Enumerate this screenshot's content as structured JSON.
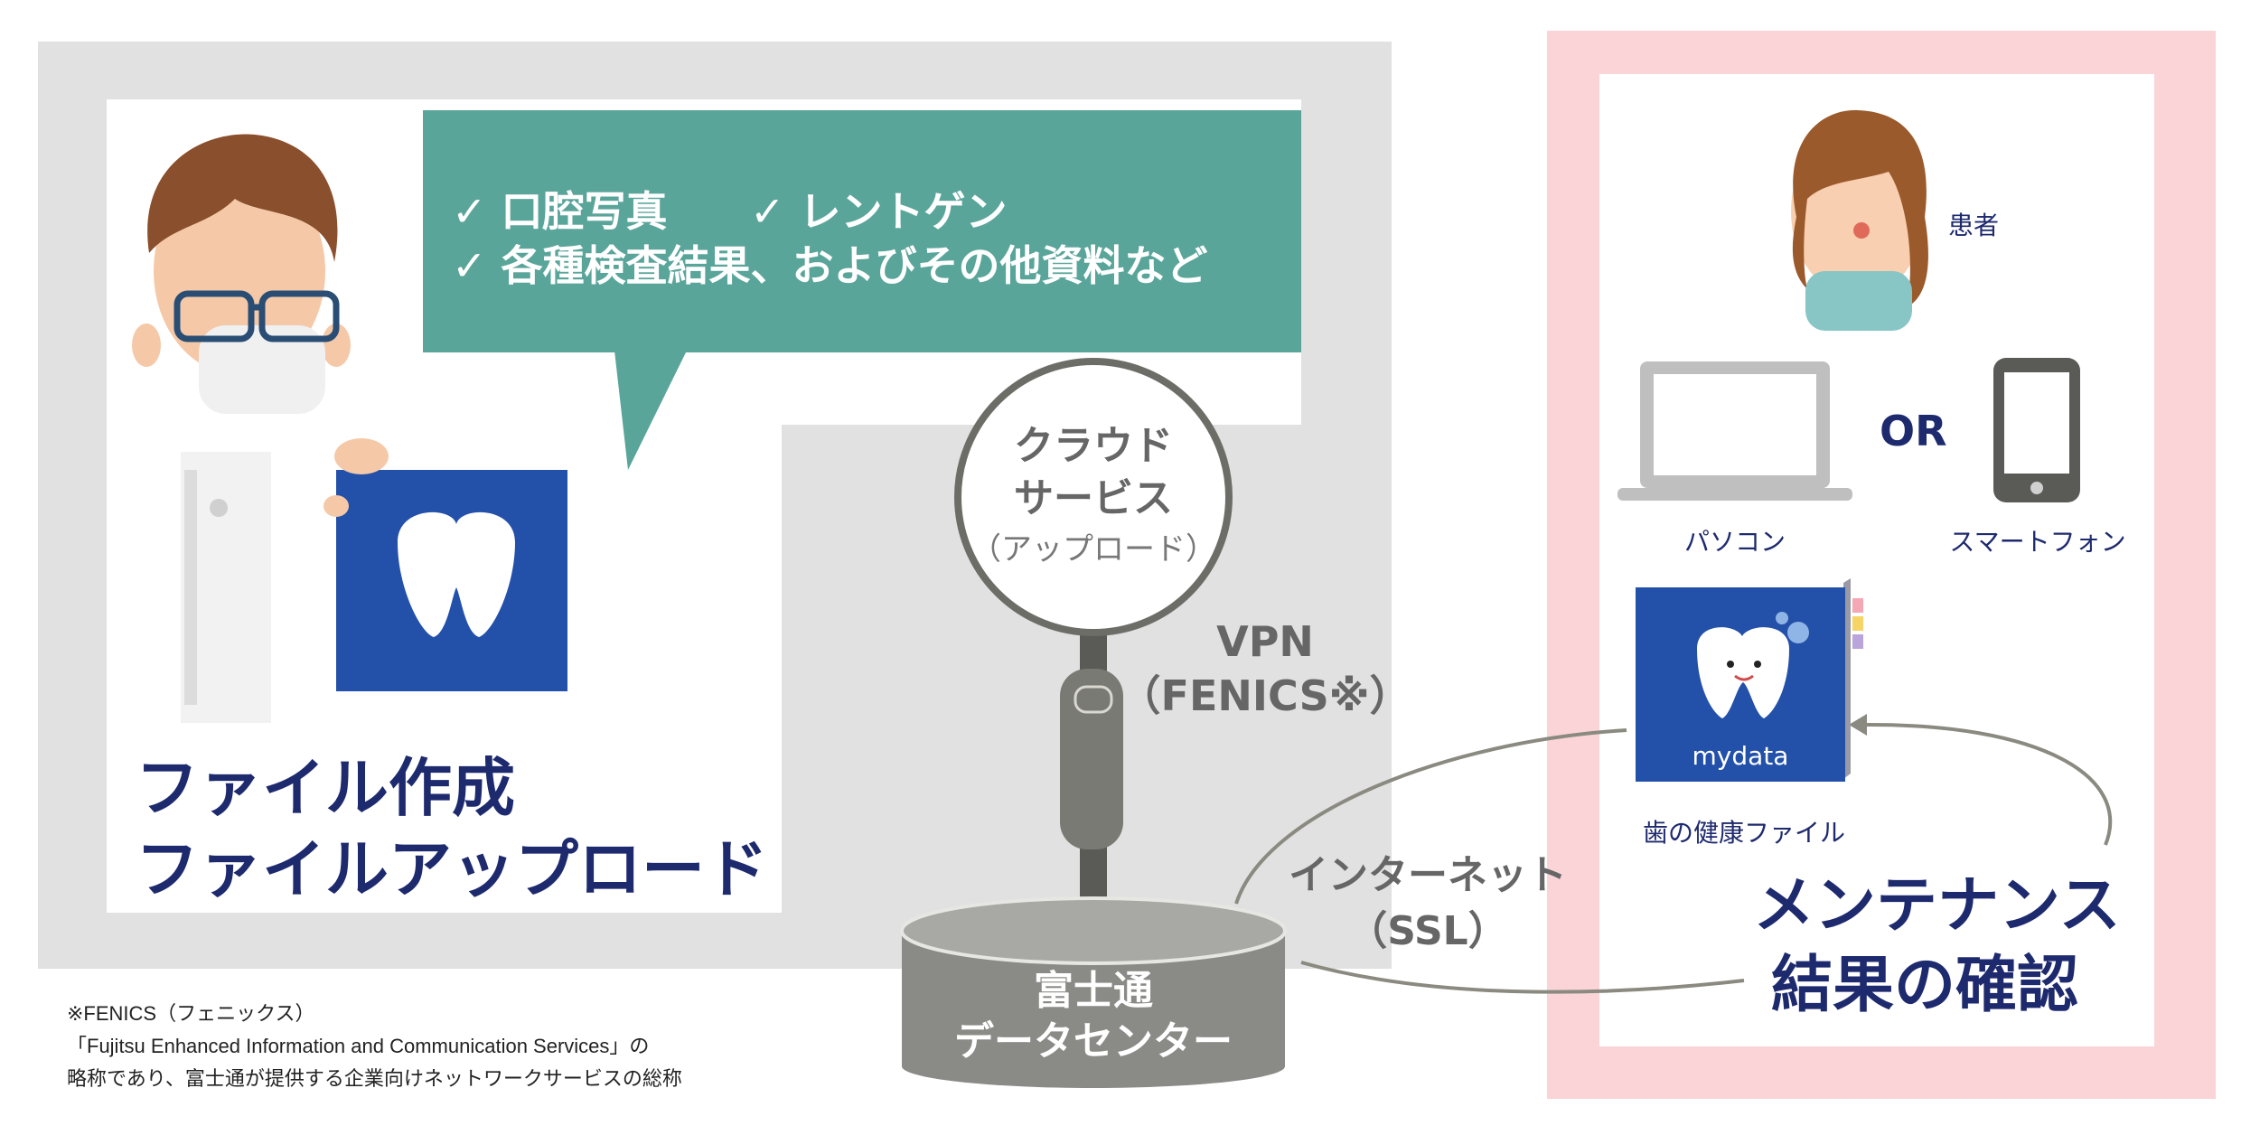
{
  "bubble": {
    "line1_a": "✓ 口腔写真",
    "line1_b": "✓ レントゲン",
    "line2": "✓ 各種検査結果、およびその他資料など"
  },
  "left_title": {
    "line1": "ファイル作成",
    "line2": "ファイルアップロード"
  },
  "cloud": {
    "line1": "クラウド",
    "line2": "サービス",
    "line3": "（アップロード）"
  },
  "vpn": {
    "line1": "VPN",
    "line2": "（FENICS※）"
  },
  "datacenter": {
    "line1": "富士通",
    "line2": "データセンター"
  },
  "internet": {
    "line1": "インターネット",
    "line2": "（SSL）"
  },
  "right": {
    "patient": "患者",
    "or": "OR",
    "pc": "パソコン",
    "smartphone": "スマートフォン",
    "book_brand": "mydata",
    "book_caption": "歯の健康ファイル",
    "title_line1": "メンテナンス",
    "title_line2": "結果の確認"
  },
  "footnote": {
    "line1": "※FENICS（フェニックス）",
    "line2": "「Fujitsu Enhanced Information and Communication Services」の",
    "line3": "略称であり、富士通が提供する企業向けネットワークサービスの総称"
  },
  "colors": {
    "bubble": "#5aa59a",
    "title": "#1e2a6e",
    "pink": "#fad4d6",
    "tooth_card": "#2350a8",
    "cylinder": "#8a8a8a"
  }
}
